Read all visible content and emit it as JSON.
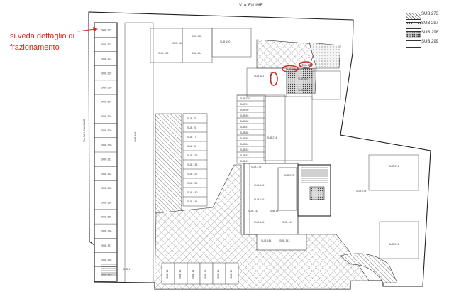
{
  "annotation": {
    "line1": "si veda dettaglio di",
    "line2": "frazionamento",
    "color": "#d8261c"
  },
  "street_top": "VIA FIUME",
  "street_left": "VIA SAN GIACOMO",
  "legend": [
    {
      "label": "SUB 273",
      "pattern": "crosshatch"
    },
    {
      "label": "SUB 297",
      "pattern": "dotted"
    },
    {
      "label": "SUB 298",
      "pattern": "dense-dots"
    },
    {
      "label": "SUB 299",
      "pattern": "blank"
    }
  ],
  "left_column_units": [
    "SUB 322",
    "SUB 323",
    "SUB 324",
    "SUB 325",
    "SUB 326",
    "SUB 327",
    "SUB 328",
    "SUB 329",
    "SUB 330",
    "SUB 331",
    "SUB 332",
    "SUB 333",
    "SUB 334",
    "SUB 335",
    "SUB 336",
    "SUB 337",
    "SUB 338",
    "SUB 339"
  ],
  "top_units": [
    "SUB 183",
    "SUB 186",
    "SUB 185",
    "SUB 184",
    "SUB 190",
    "SUB 181",
    "SUB 182",
    "SUB 160"
  ],
  "highlighted_units": [
    "SUB 154",
    "SUB 155",
    "SUB 156"
  ],
  "center_units": [
    "SUB 150",
    "SUB 91",
    "SUB 90",
    "SUB 89",
    "SUB 88",
    "SUB 87",
    "SUB 86",
    "SUB 85",
    "SUB 84",
    "SUB 83",
    "SUB 82",
    "SUB 81"
  ],
  "mid_units": [
    "SUB 75",
    "SUB 76",
    "SUB 77",
    "SUB 78",
    "SUB 139",
    "SUB 138",
    "SUB 137",
    "SUB 136",
    "SUB 140",
    "SUB 141"
  ],
  "block_units": [
    "SUB 273",
    "SUB 272",
    "SUB 145",
    "SUB 146",
    "SUB 147",
    "SUB 148",
    "SUB 149",
    "SUB 144",
    "SUB 143",
    "SUB 142"
  ],
  "right_units": [
    "SUB 274",
    "SUB 274",
    "SUB 274",
    "SUB 274"
  ],
  "bottom_units": [
    "SUB 12",
    "SUB 13",
    "SUB 14",
    "SUB 15",
    "SUB 16",
    "SUB 17"
  ],
  "left_strip": "SUB 302",
  "stair_label": "SUB 1"
}
